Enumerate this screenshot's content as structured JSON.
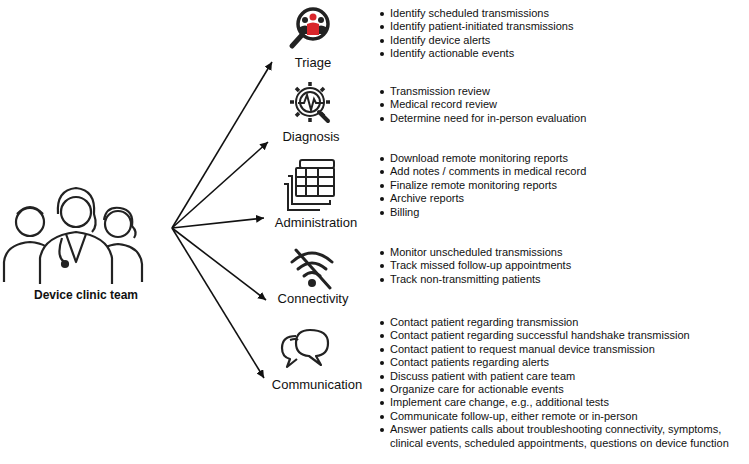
{
  "diagram": {
    "nodes": [
      {
        "text": [
          "Device clinic team"
        ]
      },
      {
        "text": [
          "Triage"
        ]
      },
      {
        "text": [
          "Diagnosis"
        ]
      },
      {
        "text": [
          "Administration"
        ]
      },
      {
        "text": [
          "Connectivity"
        ]
      },
      {
        "text": [
          "Communication"
        ]
      }
    ],
    "edges": [
      {
        "from": 0,
        "to": 1,
        "arrow": "to"
      },
      {
        "from": 0,
        "to": 2,
        "arrow": "to"
      },
      {
        "from": 0,
        "to": 3,
        "arrow": "to"
      },
      {
        "from": 0,
        "to": 4,
        "arrow": "to"
      },
      {
        "from": 0,
        "to": 5,
        "arrow": "to"
      }
    ],
    "labels": [
      "Identify scheduled transmissions",
      "Identify patient-initiated transmissions",
      "Identify device alerts",
      "Identify actionable events",
      "Transmission review",
      "Medical record review",
      "Determine need for in-person evaluation",
      "Download remote monitoring reports",
      "Add notes / comments in medical record",
      "Finalize remote monitoring reports",
      "Archive reports",
      "Billing",
      "Monitor unscheduled transmissions",
      "Track missed follow-up appointments",
      "Track non-transmitting patients",
      "Contact patient regarding transmission",
      "Contact patient regarding successful handshake transmission",
      "Contact patient to request manual device transmission",
      "Contact patients regarding alerts",
      "Discuss patient with patient care team",
      "Organize care for actionable events",
      "Implement care change, e.g., additional tests",
      "Communicate follow-up, either remote or in-person",
      "Answer patients calls about troubleshooting connectivity, symptoms, clinical events, scheduled appointments, questions on device function"
    ]
  }
}
